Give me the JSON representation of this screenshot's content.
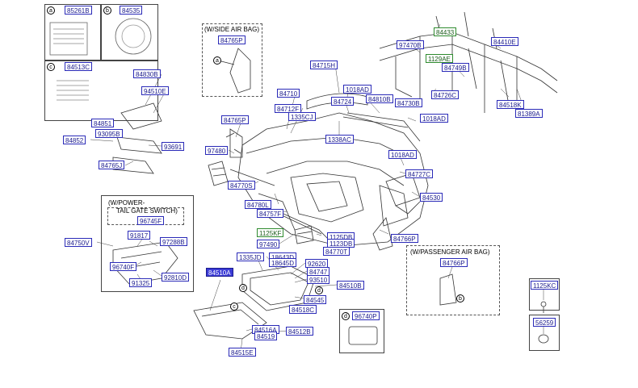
{
  "legend": {
    "a_letter": "a",
    "a_code": "85261B",
    "b_letter": "b",
    "b_code": "84535",
    "c_letter": "c",
    "c_code": "84513C"
  },
  "side_airbag": {
    "title": "(W/SIDE AIR BAG)",
    "code": "84765P",
    "letter": "a"
  },
  "power_tailgate": {
    "title_line1": "(W/POWER-",
    "title_line2": "TAIL GATE SWITCH)",
    "code": "96745F"
  },
  "passenger_airbag": {
    "title": "(W/PASSENGER AIR BAG)",
    "code": "84766P",
    "letter": "b"
  },
  "detail_d": {
    "letter": "d",
    "code": "96740P"
  },
  "hardware": {
    "code1": "1125KC",
    "code2": "56259"
  },
  "labels": {
    "l84830B": "84830B",
    "l94510E": "94510E",
    "l84851": "84851",
    "l93095B": "93095B",
    "l84852": "84852",
    "l93691": "93691",
    "l84765J": "84765J",
    "l84765P": "84765P",
    "l97480": "97480",
    "l84770S": "84770S",
    "l84712F": "84712F",
    "l84710": "84710",
    "l84715H": "84715H",
    "l1018AD_a": "1018AD",
    "l1335CJ": "1335CJ",
    "l1338AC": "1338AC",
    "l84724": "84724",
    "l84810B": "84810B",
    "l84433": "84433",
    "l97470B": "97470B",
    "l1129AE": "1129AE",
    "l84749B": "84749B",
    "l84410E": "84410E",
    "l84726C": "84726C",
    "l84730B": "84730B",
    "l84518K": "84518K",
    "l1018AD_b": "1018AD",
    "l81389A": "81389A",
    "l1018AD_c": "1018AD",
    "l84727C": "84727C",
    "l84530": "84530",
    "l84780L": "84780L",
    "l84757F": "84757F",
    "l1125KF": "1125KF",
    "l97490": "97490",
    "l1125DB": "1125DB",
    "l1123DB": "1123DB",
    "l84770T": "84770T",
    "l84766P_main": "84766P",
    "l84750V": "84750V",
    "l91817": "91817",
    "l97288B": "97288B",
    "l96740F": "96740F",
    "l92810D": "92810D",
    "l91325": "91325",
    "l1335JD": "1335JD",
    "l18643D": "18643D",
    "l18645D": "18645D",
    "l92620": "92620",
    "l84747": "84747",
    "l93510": "93510",
    "l84510B": "84510B",
    "l84510A": "84510A",
    "l84545": "84545",
    "l84518C": "84518C",
    "l84516A": "84516A",
    "l84519": "84519",
    "l84512B": "84512B",
    "l84515E": "84515E"
  },
  "colors": {
    "label_text": "#1a1a8c",
    "label_border": "#2a2ab8",
    "highlight": "#3b3bd6",
    "green_label": "#2e8b2e"
  }
}
